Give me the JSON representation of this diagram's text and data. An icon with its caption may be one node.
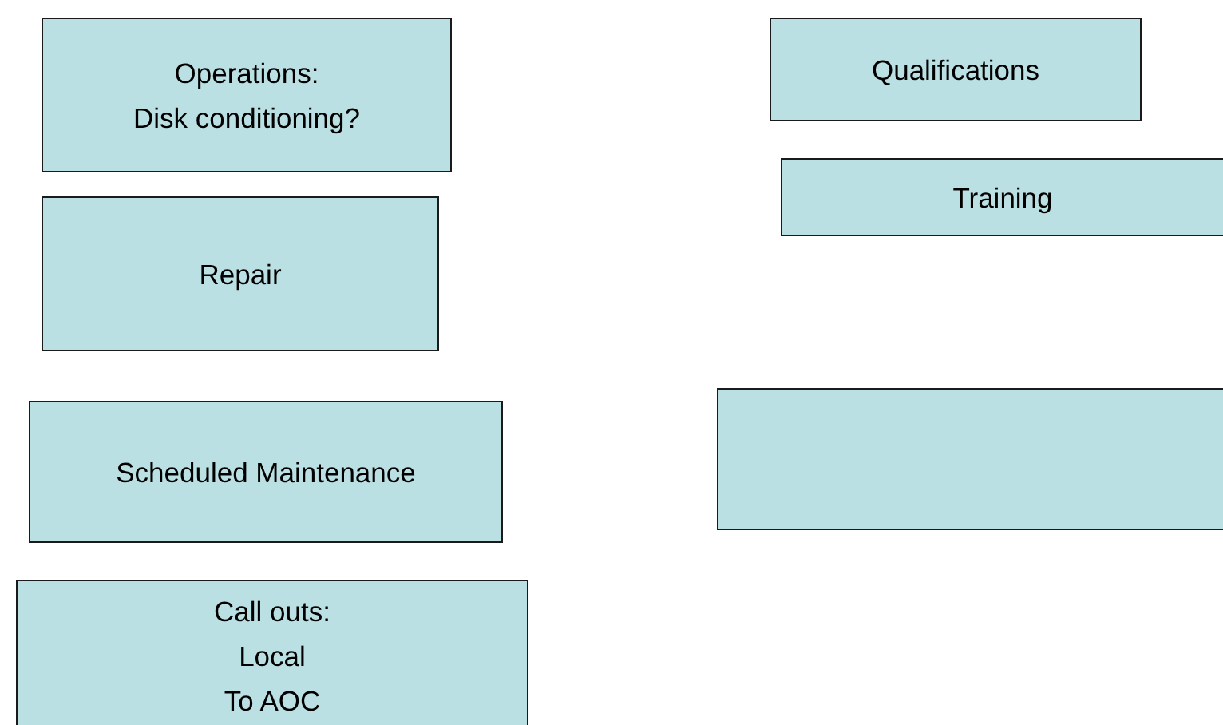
{
  "diagram": {
    "nodes": [
      {
        "text": [
          "Operations:",
          "Disk conditioning?"
        ]
      },
      {
        "text": [
          "Qualifications"
        ]
      },
      {
        "text": [
          "Training"
        ]
      },
      {
        "text": [
          "Repair"
        ]
      },
      {
        "text": [],
        "shape": "box"
      },
      {
        "text": [
          "Scheduled Maintenance"
        ]
      },
      {
        "text": [
          "Call outs:",
          "Local",
          "To AOC"
        ]
      }
    ]
  }
}
